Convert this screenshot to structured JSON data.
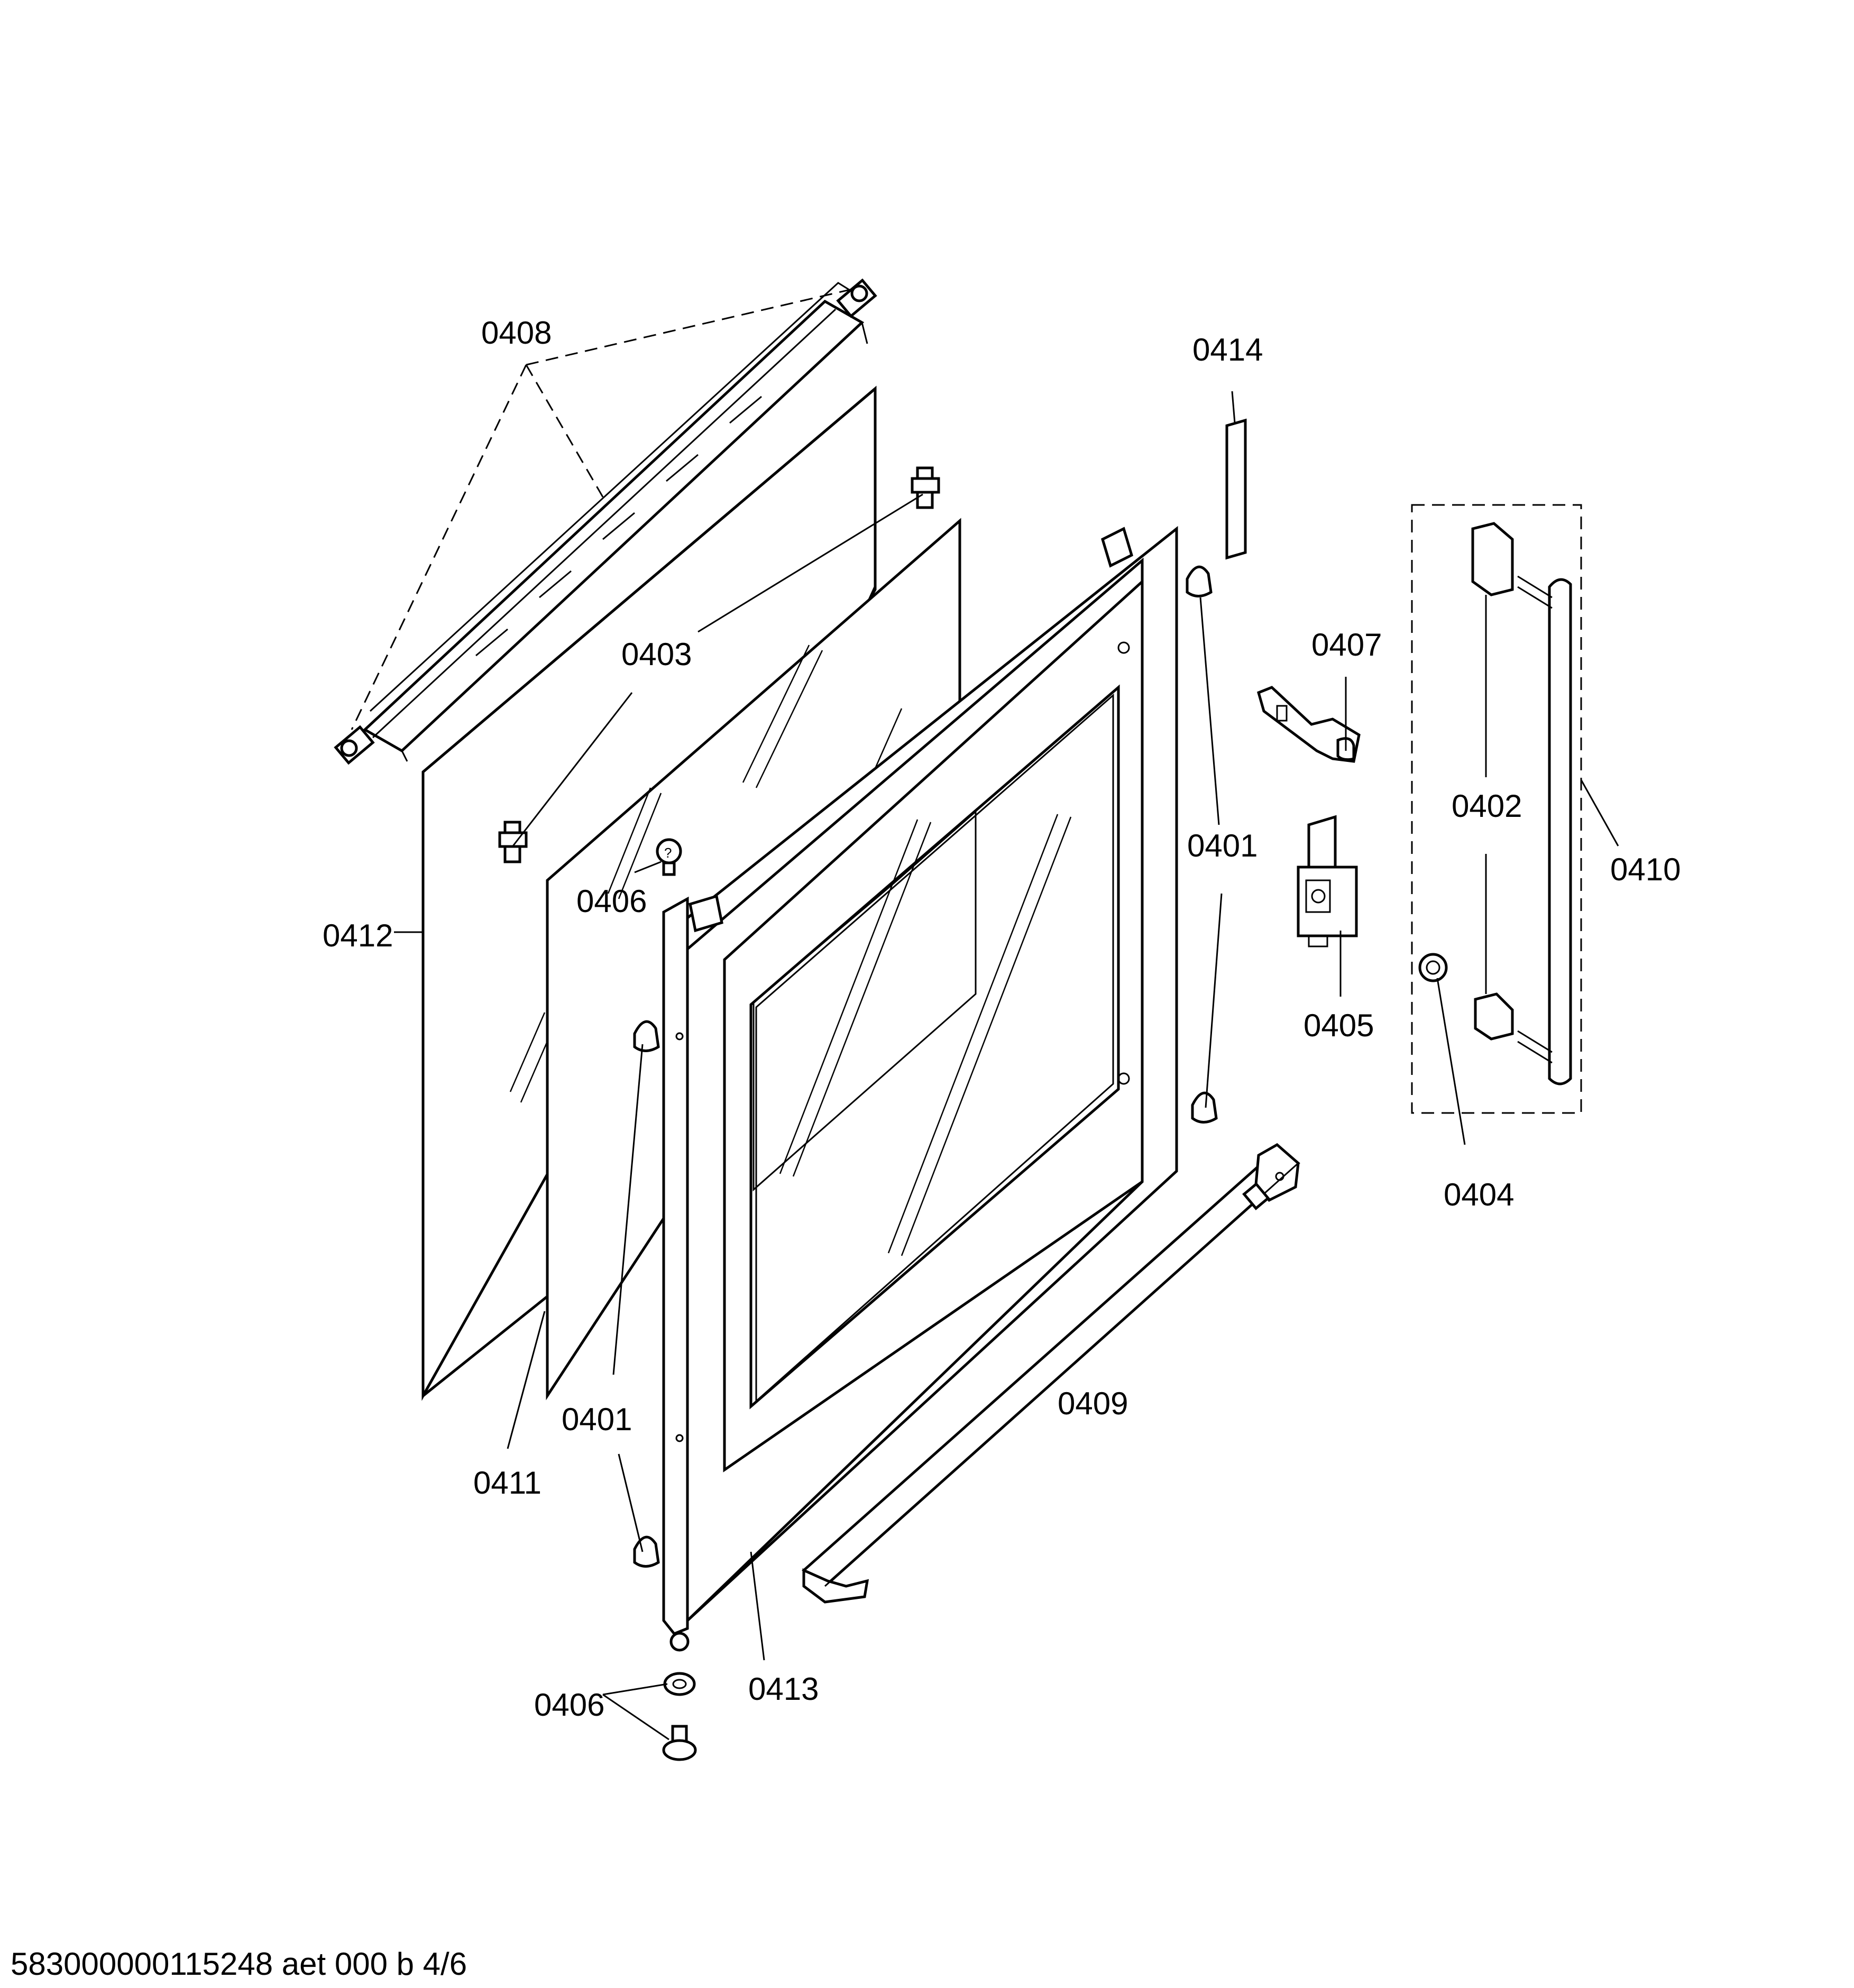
{
  "labels": {
    "l0408": "0408",
    "l0403": "0403",
    "l0414": "0414",
    "l0407": "0407",
    "l0402": "0402",
    "l0410": "0410",
    "l0401a": "0401",
    "l0401b": "0401",
    "l0412": "0412",
    "l0406a": "0406",
    "l0406b": "0406",
    "l0405": "0405",
    "l0404": "0404",
    "l0409": "0409",
    "l0411": "0411",
    "l0413": "0413"
  },
  "footer": "583000000115248 aet 000 b 4/6"
}
